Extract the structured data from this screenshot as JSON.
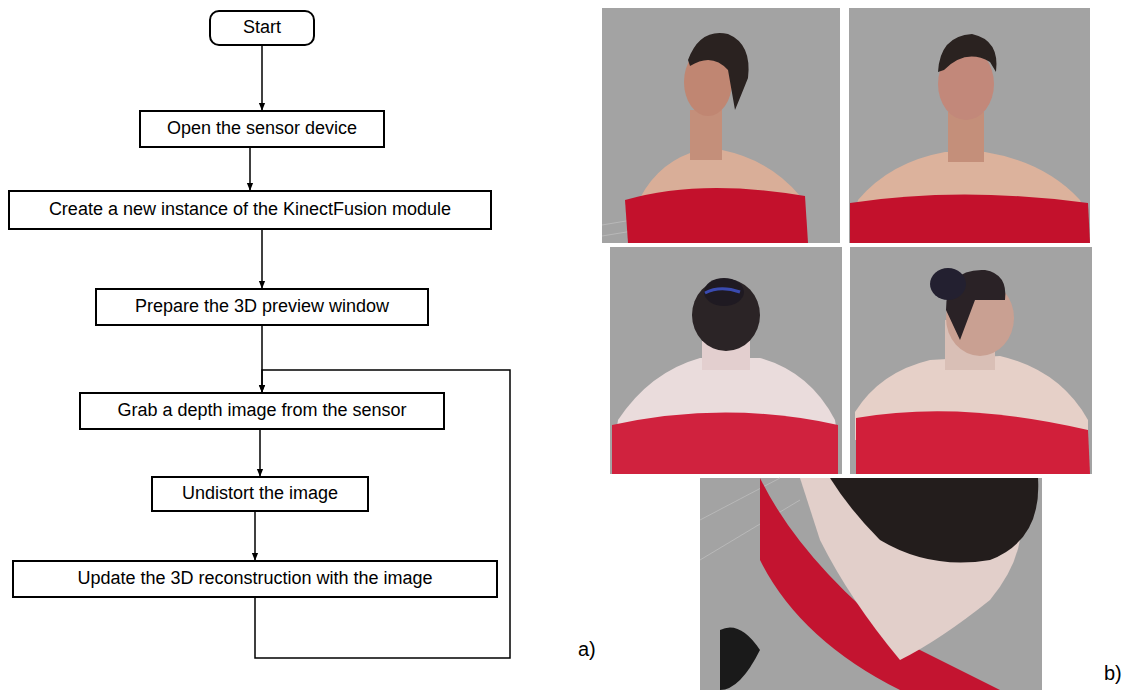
{
  "diagram": {
    "nodes": [
      {
        "text": [
          "Start"
        ]
      },
      {
        "text": [
          "Open the sensor device"
        ]
      },
      {
        "text": [
          "Create a new instance of the KinectFusion module"
        ]
      },
      {
        "text": [
          "Prepare the 3D preview window"
        ]
      },
      {
        "text": [
          "Grab a depth image from the sensor"
        ]
      },
      {
        "text": [
          "Undistort the image"
        ]
      },
      {
        "text": [
          "Update the 3D reconstruction with the image"
        ]
      }
    ],
    "edges": [
      {
        "from": 0,
        "to": 1,
        "arrow": "to"
      },
      {
        "from": 1,
        "to": 2,
        "arrow": "to"
      },
      {
        "from": 2,
        "to": 3,
        "arrow": "to"
      },
      {
        "from": 3,
        "to": 4,
        "arrow": "to"
      },
      {
        "from": 4,
        "to": 5,
        "arrow": "to"
      },
      {
        "from": 5,
        "to": 6,
        "arrow": "to"
      },
      {
        "from": 6,
        "to": 4,
        "arrow": "to"
      }
    ],
    "labels": [
      "a)",
      "b)"
    ]
  }
}
